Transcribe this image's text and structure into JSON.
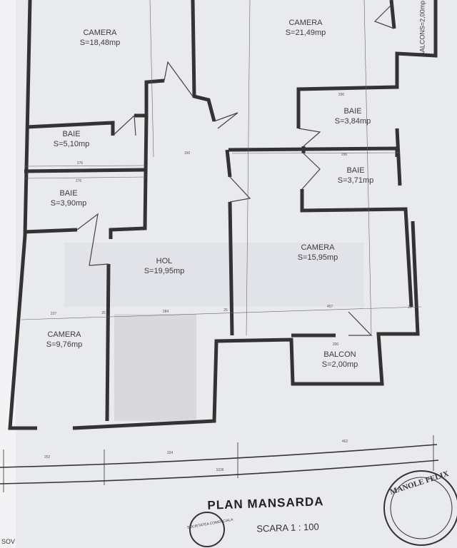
{
  "plan": {
    "title": "PLAN MANSARDA",
    "scale": "SCARA 1 : 100",
    "rooms": [
      {
        "name": "CAMERA",
        "area": "S=18,48mp"
      },
      {
        "name": "CAMERA",
        "area": "S=21,49mp"
      },
      {
        "name": "BALCON",
        "area": "S=2,00mp"
      },
      {
        "name": "BAIE",
        "area": "S=5,10mp"
      },
      {
        "name": "BAIE",
        "area": "S=3,84mp"
      },
      {
        "name": "BAIE",
        "area": "S=3,90mp"
      },
      {
        "name": "BAIE",
        "area": "S=3,71mp"
      },
      {
        "name": "HOL",
        "area": "S=19,95mp"
      },
      {
        "name": "CAMERA",
        "area": "S=15,95mp"
      },
      {
        "name": "CAMERA",
        "area": "S=9,76mp"
      },
      {
        "name": "BALCON",
        "area": "S=2,00mp"
      }
    ],
    "dimensions": {
      "bottom_segments": [
        "252",
        "324",
        "462"
      ],
      "bottom_total": "1036",
      "interior": [
        "227",
        "25",
        "284",
        "25",
        "457",
        "25",
        "276",
        "276",
        "296",
        "296",
        "200",
        "160"
      ]
    }
  },
  "stamps": {
    "stamp_right_text": "MANOLE FELIX",
    "stamp_center_text": "SOCIETATEA COMERCIALA",
    "stamp_left_text": "SOV"
  }
}
